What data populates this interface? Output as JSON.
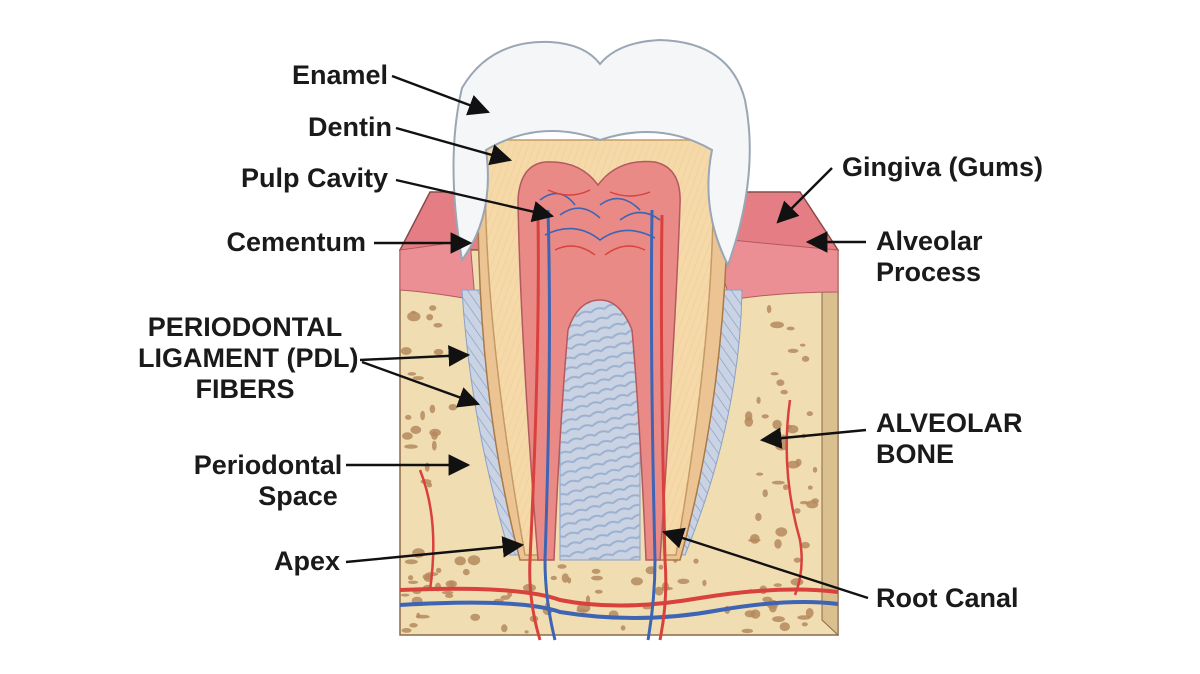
{
  "labels": {
    "enamel": "Enamel",
    "dentin": "Dentin",
    "pulp_cavity": "Pulp Cavity",
    "cementum": "Cementum",
    "pdl_line1": "PERIODONTAL",
    "pdl_line2": "LIGAMENT (PDL)",
    "pdl_line3": "FIBERS",
    "periodontal_space_line1": "Periodontal",
    "periodontal_space_line2": "Space",
    "apex": "Apex",
    "gingiva": "Gingiva (Gums)",
    "alveolar_process_line1": "Alveolar",
    "alveolar_process_line2": "Process",
    "alveolar_bone_line1": "ALVEOLAR",
    "alveolar_bone_line2": "BONE",
    "root_canal": "Root Canal"
  },
  "colors": {
    "enamel": "#f4f6f8",
    "dentin": "#f6d9a8",
    "pulp": "#e98a86",
    "gum": "#ec8f94",
    "bone": "#f1ddb2",
    "bone_pore": "#b58a5e",
    "artery": "#d8413c",
    "vein": "#3e64b4",
    "ligament": "#c9d3e3",
    "text": "#1a1a1a"
  }
}
